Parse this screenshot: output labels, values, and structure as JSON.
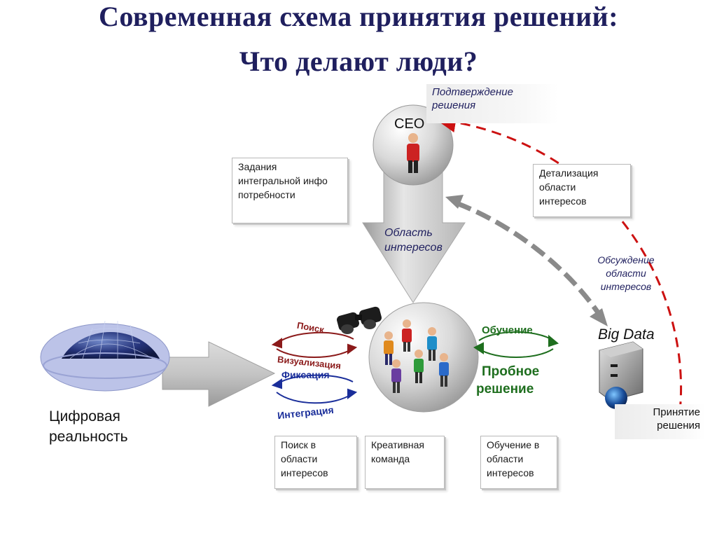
{
  "title": {
    "line1": "Современная схема принятия решений:",
    "line2": "Что делают люди?"
  },
  "labels": {
    "ceo": "CEO",
    "confirmation": "Подтверждение решения",
    "tasks": "Задания интегральной инфо потребности",
    "detail": "Детализация области интересов",
    "area_of_interest": "Область интересов",
    "discussion": "Обсуждение области интересов",
    "big_data": "Big Data",
    "decision": "Принятие решения",
    "digital_reality": "Цифровая реальность",
    "search_box": "Поиск в области интересов",
    "creative_team": "Креативная команда",
    "training_box": "Обучение в области интересов"
  },
  "arrows": {
    "search": "Поиск",
    "visualization": "Визуализация",
    "fixation": "Фиксация",
    "integration": "Интеграция",
    "training": "Обучение",
    "trial": "Пробное",
    "trial2": "решение"
  },
  "colors": {
    "title": "#1f1f5e",
    "dashed_red": "#cc1111",
    "search_arrow": "#8b1a1a",
    "fixation_arrow": "#1a2e9a",
    "training_arrow": "#1e6e1e"
  }
}
